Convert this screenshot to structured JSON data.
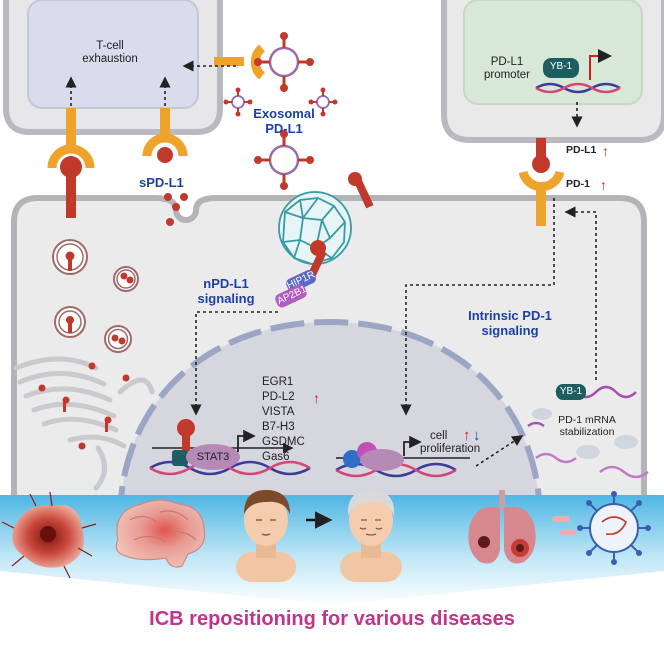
{
  "tcell": {
    "label_line1": "T-cell",
    "label_line2": "exhaustion"
  },
  "exosomal": {
    "line1": "Exosomal",
    "line2": "PD-L1"
  },
  "spdl1": "sPD-L1",
  "npdl1": {
    "line1": "nPD-L1",
    "line2": "signaling"
  },
  "hip1r": "HIP1R",
  "ap2b1": "AP2B1",
  "stat3": "STAT3",
  "genes": [
    "EGR1",
    "PD-L2",
    "VISTA",
    "B7-H3",
    "GSDMC",
    "Gas6"
  ],
  "proliferation": {
    "line1": "cell",
    "line2": "proliferation"
  },
  "promoter": {
    "line1": "PD-L1",
    "line2": "promoter"
  },
  "yb1": "YB-1",
  "pdl1_tag": "PD-L1",
  "pd1_tag": "PD-1",
  "intrinsic": {
    "line1": "Intrinsic PD-1",
    "line2": "signaling"
  },
  "mrna": {
    "line1": "PD-1 mRNA",
    "line2": "stabilization"
  },
  "footer": "ICB repositioning for various diseases",
  "colors": {
    "title_blue": "#1d3fa8",
    "footer_magenta": "#c2338a",
    "receptor_orange": "#f0a32a",
    "ligand_red": "#c0392b",
    "cell_fill": "#ececec",
    "nucleus_fill": "#d5d5dd"
  },
  "icons": [
    "tumor-icon",
    "brain-icon",
    "young-face-icon",
    "arrow-icon",
    "aged-face-icon",
    "lungs-icon",
    "virus-icon"
  ]
}
